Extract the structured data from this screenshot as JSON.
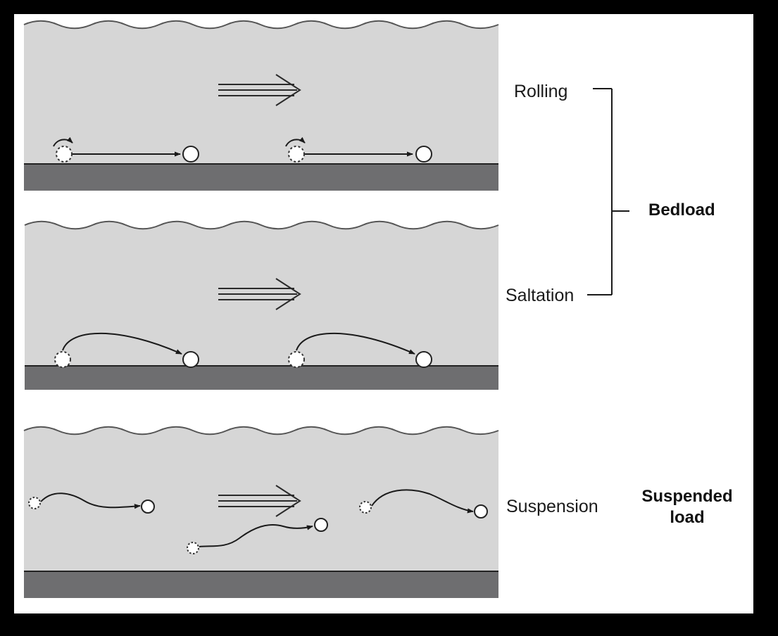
{
  "labels": {
    "rolling": "Rolling",
    "saltation": "Saltation",
    "suspension": "Suspension"
  },
  "groups": {
    "bedload": "Bedload",
    "suspended_line1": "Suspended",
    "suspended_line2": "load"
  },
  "colors": {
    "frame": "#000000",
    "background": "#ffffff",
    "water": "#d6d6d6",
    "bed": "#6e6e70",
    "line": "#1a1a1a"
  }
}
